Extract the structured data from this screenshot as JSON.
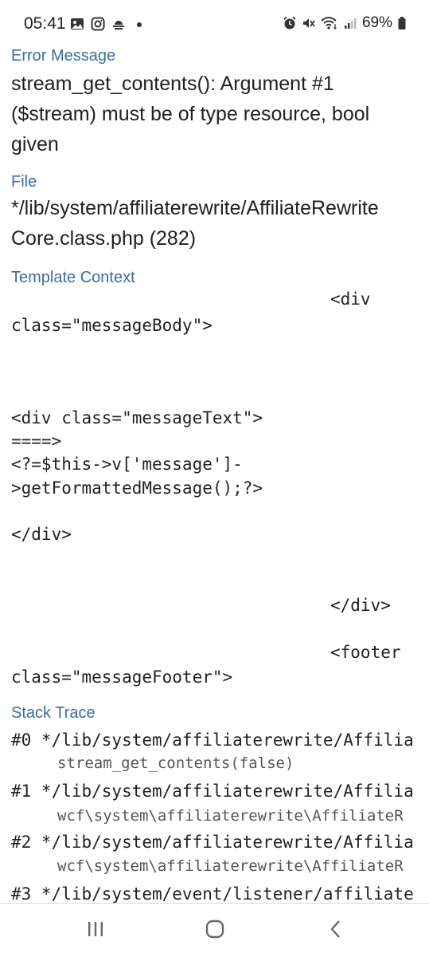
{
  "status_bar": {
    "time": "05:41",
    "battery": "69%",
    "left_icons": [
      "gallery-icon",
      "instagram-icon",
      "weather-icon",
      "dot-icon"
    ],
    "right_icons": [
      "alarm-icon",
      "mute-icon",
      "wifi-icon",
      "signal-icon",
      "battery-icon"
    ]
  },
  "error": {
    "label": "Error Message",
    "lines": [
      "stream_get_contents(): Argument #1",
      "($stream) must be of type resource, bool",
      "given"
    ]
  },
  "file": {
    "label": "File",
    "lines": [
      "*/lib/system/affiliaterewrite/AffiliateRewrite",
      "Core.class.php (282)"
    ]
  },
  "template_context": {
    "label": "Template Context",
    "lines": [
      "<div",
      "class=\"messageBody\">",
      "<div class=\"messageText\">",
      "====>",
      "<?=$this->v['message']-",
      ">getFormattedMessage();?>",
      "</div>",
      "</div>",
      "<footer",
      "class=\"messageFooter\">"
    ]
  },
  "stack_trace": {
    "label": "Stack Trace",
    "entries": [
      {
        "main": "#0 */lib/system/affiliaterewrite/Affilia",
        "sub": "stream_get_contents(false)"
      },
      {
        "main": "#1 */lib/system/affiliaterewrite/Affilia",
        "sub": "wcf\\system\\affiliaterewrite\\AffiliateR"
      },
      {
        "main": "#2 */lib/system/affiliaterewrite/Affilia",
        "sub": "wcf\\system\\affiliaterewrite\\AffiliateR"
      },
      {
        "main": "#3 */lib/system/event/listener/affiliate",
        "sub": ""
      }
    ]
  },
  "nav_bar": {
    "buttons": [
      "recent-apps",
      "home",
      "back"
    ]
  },
  "colors": {
    "label_blue": "#3c6e9c",
    "text": "#202020",
    "background": "#ffffff"
  }
}
